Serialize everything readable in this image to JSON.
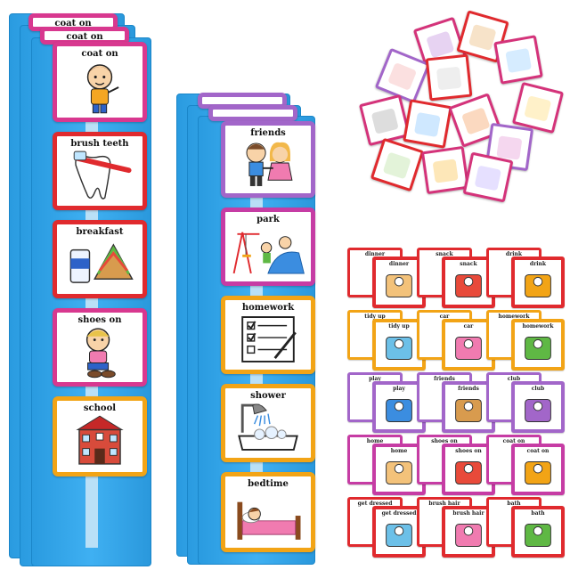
{
  "left_strip": {
    "cards": [
      {
        "label": "coat on",
        "icon": "child-icon",
        "border": "#d8388f"
      },
      {
        "label": "brush teeth",
        "icon": "toothbrush-icon",
        "border": "#e02a2e"
      },
      {
        "label": "breakfast",
        "icon": "sandwich-icon",
        "border": "#e02a2e"
      },
      {
        "label": "shoes on",
        "icon": "child-shoes-icon",
        "border": "#d8388f"
      },
      {
        "label": "school",
        "icon": "school-building-icon",
        "border": "#f2a416"
      }
    ],
    "back_labels": [
      "coat on",
      "coat on"
    ]
  },
  "middle_strip": {
    "cards": [
      {
        "label": "friends",
        "icon": "two-kids-icon",
        "border": "#a266c9"
      },
      {
        "label": "park",
        "icon": "playground-icon",
        "border": "#c63ca4"
      },
      {
        "label": "homework",
        "icon": "checklist-icon",
        "border": "#f2a416"
      },
      {
        "label": "shower",
        "icon": "shower-icon",
        "border": "#f2a416"
      },
      {
        "label": "bedtime",
        "icon": "bed-icon",
        "border": "#f2a416"
      }
    ]
  },
  "grid": {
    "rows": [
      [
        "dinner",
        "snack",
        "drink"
      ],
      [
        "tidy up",
        "car",
        "homework"
      ],
      [
        "play",
        "friends",
        "club"
      ],
      [
        "home",
        "shoes on",
        "coat on"
      ],
      [
        "get dressed",
        "brush hair",
        "bath"
      ]
    ],
    "back_rows": [
      [
        "dinner",
        "snack",
        "drink"
      ],
      [
        "tidy up",
        "car",
        "homework"
      ],
      [
        "play",
        "friends",
        "club"
      ],
      [
        "home",
        "shoes on",
        "coat on"
      ],
      [
        "get dressed",
        "brush hair",
        "bath"
      ]
    ]
  },
  "colors": {
    "strip_blue": "#2a9be0",
    "pink": "#d8388f",
    "red": "#e02a2e",
    "orange": "#f2a416",
    "purple": "#a266c9"
  }
}
